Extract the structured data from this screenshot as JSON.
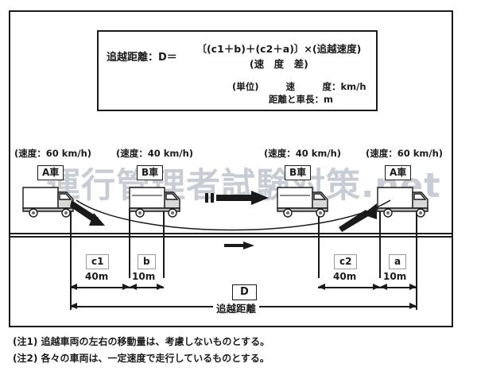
{
  "watermark": {
    "text": "運行管理者試験対策.net",
    "color": "#c8ccd4"
  },
  "formula": {
    "lhs": "追越距離：D＝",
    "numerator": "〔(c1＋b)＋(c2＋a)〕×(追越速度)",
    "denominator": "(速　度　差)",
    "units_title": "(単位)",
    "units_rows": [
      {
        "label": "速　　　度",
        "value": "：km/h"
      },
      {
        "label": "距離と車長",
        "value": "：m"
      }
    ]
  },
  "lanes": {
    "speed_labels": [
      {
        "text": "(速度：60 km/h)"
      },
      {
        "text": "(速度：40 km/h)"
      },
      {
        "text": "(速度：40 km/h)"
      },
      {
        "text": "(速度：60 km/h)"
      }
    ],
    "vehicle_tags": [
      {
        "text": "A車"
      },
      {
        "text": "B車"
      },
      {
        "text": "B車"
      },
      {
        "text": "A車"
      }
    ]
  },
  "measures": [
    {
      "tag": "c1",
      "value": "40m"
    },
    {
      "tag": "b",
      "value": "10m"
    },
    {
      "tag": "c2",
      "value": "40m"
    },
    {
      "tag": "a",
      "value": "10m"
    }
  ],
  "total": {
    "tag": "D",
    "label": "追越距離"
  },
  "notes": [
    "(注1)  追越車両の左右の移動量は、考慮しないものとする。",
    "(注2)  各々の車両は、一定速度で走行しているものとする。"
  ],
  "icons": {
    "truck": "truck-icon",
    "overtake_arrow": "curved-arrow-icon",
    "direction_arrow": "right-arrow-icon"
  }
}
